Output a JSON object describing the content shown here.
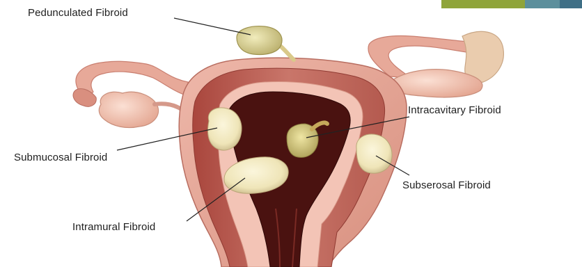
{
  "labels": {
    "pedunculated": "Pedunculated Fibroid",
    "intracavitary": "Intracavitary Fibroid",
    "submucosal": "Submucosal Fibroid",
    "subserosal": "Subserosal Fibroid",
    "intramural": "Intramural Fibroid"
  },
  "colors": {
    "corner_green": "#8fa43a",
    "corner_teal": "#5c8f9c",
    "corner_blue": "#3f6f86",
    "outer_wall": "#e4a79a",
    "muscle": "#c76a5e",
    "cavity": "#4a1210",
    "endometrium": "#f5c9bd",
    "fibroid": "#f0e8c2",
    "pedunculated_fibroid": "#e2dca0",
    "ovary": "#f6c8b6",
    "tube": "#e9ad9e",
    "leader_line": "#222222",
    "label_text": "#1e1e1e"
  }
}
